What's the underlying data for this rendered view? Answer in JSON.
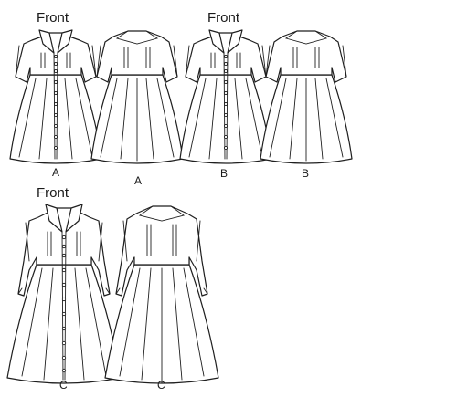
{
  "headings": {
    "front_1": "Front",
    "front_2": "Front",
    "front_3": "Front"
  },
  "labels": {
    "a_front": "A",
    "a_back": "A",
    "b_front": "B",
    "b_back": "B",
    "c_front": "C",
    "c_back": "C"
  },
  "colors": {
    "line": "#1f1f1f",
    "background": "#ffffff"
  }
}
